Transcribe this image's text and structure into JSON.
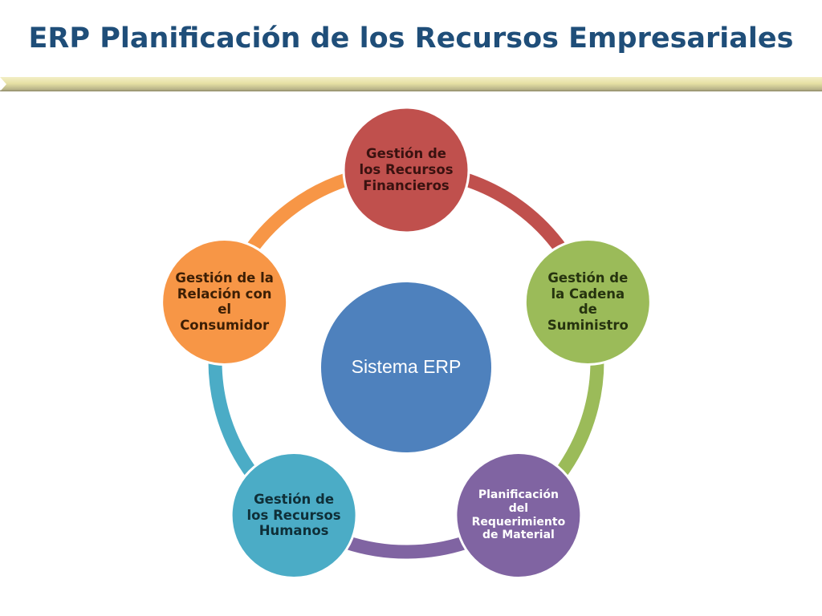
{
  "title": "ERP Planificación de los Recursos Empresariales",
  "center": {
    "label": "Sistema ERP",
    "color": "#4e81bd"
  },
  "nodes": [
    {
      "id": "finance",
      "label": "Gestión de los Recursos Financieros",
      "color": "#c0504d",
      "text_color": "#3a1210"
    },
    {
      "id": "supply",
      "label": "Gestión de la Cadena de Suministro",
      "color": "#9bbb59",
      "text_color": "#26330f"
    },
    {
      "id": "mrp",
      "label": "Planificación del Requerimiento de Material",
      "color": "#8064a2",
      "text_color": "#ffffff"
    },
    {
      "id": "hr",
      "label": "Gestión de los Recursos Humanos",
      "color": "#4bacc6",
      "text_color": "#0f2f38"
    },
    {
      "id": "crm",
      "label": "Gestión de la Relación con el Consumidor",
      "color": "#f79646",
      "text_color": "#3d1f05"
    }
  ]
}
